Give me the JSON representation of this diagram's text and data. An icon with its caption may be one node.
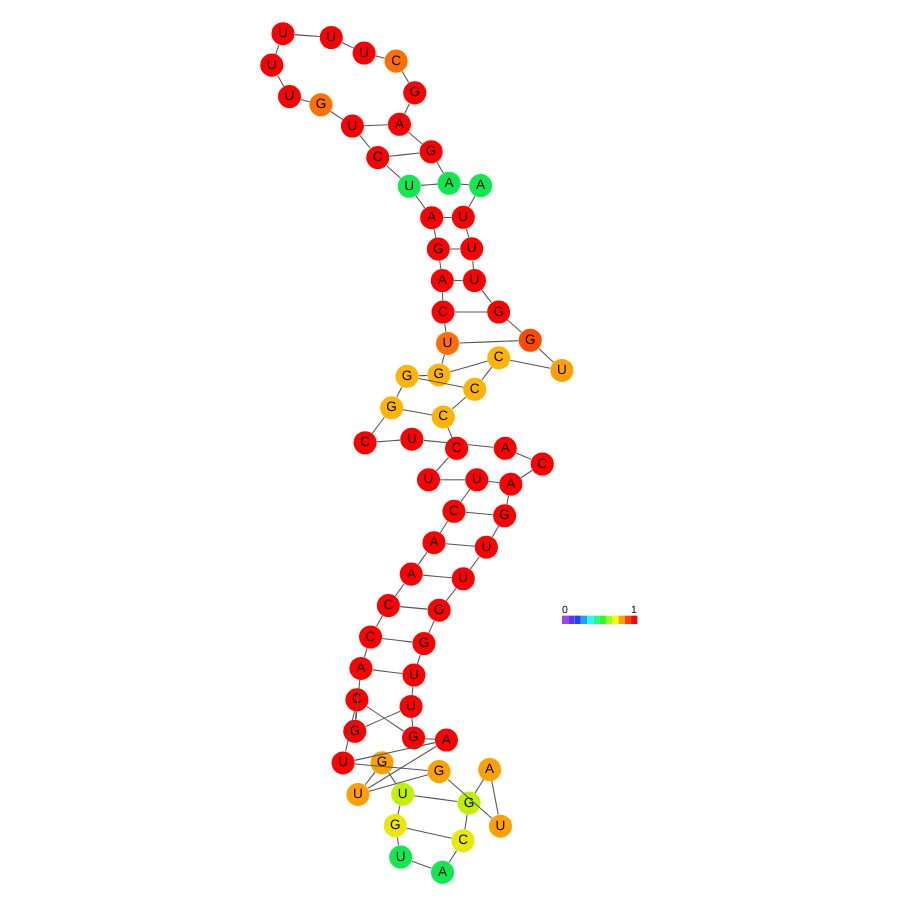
{
  "diagram": {
    "nodes": [
      {
        "text": [
          "U"
        ]
      },
      {
        "text": [
          "G"
        ]
      },
      {
        "text": [
          "U"
        ]
      },
      {
        "text": [
          "G"
        ]
      },
      {
        "text": [
          "U"
        ]
      },
      {
        "text": [
          "A"
        ]
      },
      {
        "text": [
          "G"
        ]
      },
      {
        "text": [
          "U"
        ]
      },
      {
        "text": [
          "U"
        ]
      },
      {
        "text": [
          "G"
        ]
      },
      {
        "text": [
          "G"
        ]
      },
      {
        "text": [
          "U"
        ]
      },
      {
        "text": [
          "U"
        ]
      },
      {
        "text": [
          "G"
        ]
      },
      {
        "text": [
          "A"
        ]
      },
      {
        "text": [
          "C"
        ]
      },
      {
        "text": [
          "A"
        ]
      },
      {
        "text": [
          "U"
        ]
      },
      {
        "text": [
          "C"
        ]
      },
      {
        "text": [
          "G"
        ]
      },
      {
        "text": [
          "G"
        ]
      },
      {
        "text": [
          "G"
        ]
      },
      {
        "text": [
          "U"
        ]
      },
      {
        "text": [
          "C"
        ]
      },
      {
        "text": [
          "A"
        ]
      },
      {
        "text": [
          "G"
        ]
      },
      {
        "text": [
          "A"
        ]
      },
      {
        "text": [
          "U"
        ]
      },
      {
        "text": [
          "C"
        ]
      },
      {
        "text": [
          "U"
        ]
      },
      {
        "text": [
          "G"
        ]
      },
      {
        "text": [
          "U"
        ]
      },
      {
        "text": [
          "U"
        ]
      },
      {
        "text": [
          "U"
        ]
      },
      {
        "text": [
          "U"
        ]
      },
      {
        "text": [
          "U"
        ]
      },
      {
        "text": [
          "C"
        ]
      },
      {
        "text": [
          "G"
        ]
      },
      {
        "text": [
          "A"
        ]
      },
      {
        "text": [
          "G"
        ]
      },
      {
        "text": [
          "A"
        ]
      },
      {
        "text": [
          "A"
        ]
      },
      {
        "text": [
          "U"
        ]
      },
      {
        "text": [
          "U"
        ]
      },
      {
        "text": [
          "U"
        ]
      },
      {
        "text": [
          "G"
        ]
      },
      {
        "text": [
          "G"
        ]
      },
      {
        "text": [
          "U"
        ]
      },
      {
        "text": [
          "C"
        ]
      },
      {
        "text": [
          "C"
        ]
      },
      {
        "text": [
          "C"
        ]
      },
      {
        "text": [
          "C"
        ]
      },
      {
        "text": [
          "U"
        ]
      },
      {
        "text": [
          "U"
        ]
      },
      {
        "text": [
          "C"
        ]
      },
      {
        "text": [
          "A"
        ]
      },
      {
        "text": [
          "A"
        ]
      },
      {
        "text": [
          "C"
        ]
      },
      {
        "text": [
          "C"
        ]
      },
      {
        "text": [
          "A"
        ]
      },
      {
        "text": [
          "G"
        ]
      },
      {
        "text": [
          "C"
        ]
      },
      {
        "text": [
          "U"
        ]
      },
      {
        "text": [
          "G"
        ]
      },
      {
        "text": [
          "U"
        ]
      },
      {
        "text": [
          "A"
        ]
      },
      {
        "text": [
          "G"
        ]
      },
      {
        "text": [
          "C"
        ]
      },
      {
        "text": [
          "A"
        ]
      }
    ],
    "edges": [
      {
        "from": 0,
        "to": 1,
        "arrow": "none"
      },
      {
        "from": 1,
        "to": 2,
        "arrow": "none"
      },
      {
        "from": 2,
        "to": 3,
        "arrow": "none"
      },
      {
        "from": 3,
        "to": 4,
        "arrow": "none"
      },
      {
        "from": 4,
        "to": 5,
        "arrow": "none"
      },
      {
        "from": 5,
        "to": 6,
        "arrow": "none"
      },
      {
        "from": 6,
        "to": 7,
        "arrow": "none"
      },
      {
        "from": 7,
        "to": 8,
        "arrow": "none"
      },
      {
        "from": 8,
        "to": 9,
        "arrow": "none"
      },
      {
        "from": 9,
        "to": 10,
        "arrow": "none"
      },
      {
        "from": 10,
        "to": 11,
        "arrow": "none"
      },
      {
        "from": 11,
        "to": 12,
        "arrow": "none"
      },
      {
        "from": 12,
        "to": 13,
        "arrow": "none"
      },
      {
        "from": 13,
        "to": 14,
        "arrow": "none"
      },
      {
        "from": 14,
        "to": 15,
        "arrow": "none"
      },
      {
        "from": 15,
        "to": 16,
        "arrow": "none"
      },
      {
        "from": 16,
        "to": 17,
        "arrow": "none"
      },
      {
        "from": 17,
        "to": 18,
        "arrow": "none"
      },
      {
        "from": 18,
        "to": 19,
        "arrow": "none"
      },
      {
        "from": 19,
        "to": 20,
        "arrow": "none"
      },
      {
        "from": 20,
        "to": 21,
        "arrow": "none"
      },
      {
        "from": 21,
        "to": 22,
        "arrow": "none"
      },
      {
        "from": 22,
        "to": 23,
        "arrow": "none"
      },
      {
        "from": 23,
        "to": 24,
        "arrow": "none"
      },
      {
        "from": 24,
        "to": 25,
        "arrow": "none"
      },
      {
        "from": 25,
        "to": 26,
        "arrow": "none"
      },
      {
        "from": 26,
        "to": 27,
        "arrow": "none"
      },
      {
        "from": 27,
        "to": 28,
        "arrow": "none"
      },
      {
        "from": 28,
        "to": 29,
        "arrow": "none"
      },
      {
        "from": 29,
        "to": 30,
        "arrow": "none"
      },
      {
        "from": 30,
        "to": 31,
        "arrow": "none"
      },
      {
        "from": 31,
        "to": 32,
        "arrow": "none"
      },
      {
        "from": 32,
        "to": 33,
        "arrow": "none"
      },
      {
        "from": 33,
        "to": 34,
        "arrow": "none"
      },
      {
        "from": 34,
        "to": 35,
        "arrow": "none"
      },
      {
        "from": 35,
        "to": 36,
        "arrow": "none"
      },
      {
        "from": 36,
        "to": 37,
        "arrow": "none"
      },
      {
        "from": 37,
        "to": 38,
        "arrow": "none"
      },
      {
        "from": 38,
        "to": 39,
        "arrow": "none"
      },
      {
        "from": 39,
        "to": 40,
        "arrow": "none"
      },
      {
        "from": 40,
        "to": 41,
        "arrow": "none"
      },
      {
        "from": 41,
        "to": 42,
        "arrow": "none"
      },
      {
        "from": 42,
        "to": 43,
        "arrow": "none"
      },
      {
        "from": 43,
        "to": 44,
        "arrow": "none"
      },
      {
        "from": 44,
        "to": 45,
        "arrow": "none"
      },
      {
        "from": 45,
        "to": 46,
        "arrow": "none"
      },
      {
        "from": 46,
        "to": 47,
        "arrow": "none"
      },
      {
        "from": 47,
        "to": 48,
        "arrow": "none"
      },
      {
        "from": 48,
        "to": 49,
        "arrow": "none"
      },
      {
        "from": 49,
        "to": 50,
        "arrow": "none"
      },
      {
        "from": 50,
        "to": 51,
        "arrow": "none"
      },
      {
        "from": 51,
        "to": 52,
        "arrow": "none"
      },
      {
        "from": 52,
        "to": 53,
        "arrow": "none"
      },
      {
        "from": 53,
        "to": 54,
        "arrow": "none"
      },
      {
        "from": 54,
        "to": 55,
        "arrow": "none"
      },
      {
        "from": 55,
        "to": 56,
        "arrow": "none"
      },
      {
        "from": 56,
        "to": 57,
        "arrow": "none"
      },
      {
        "from": 57,
        "to": 58,
        "arrow": "none"
      },
      {
        "from": 58,
        "to": 59,
        "arrow": "none"
      },
      {
        "from": 59,
        "to": 60,
        "arrow": "none"
      },
      {
        "from": 60,
        "to": 61,
        "arrow": "none"
      },
      {
        "from": 61,
        "to": 62,
        "arrow": "none"
      },
      {
        "from": 62,
        "to": 63,
        "arrow": "none"
      },
      {
        "from": 63,
        "to": 64,
        "arrow": "none"
      },
      {
        "from": 64,
        "to": 65,
        "arrow": "none"
      },
      {
        "from": 65,
        "to": 66,
        "arrow": "none"
      },
      {
        "from": 66,
        "to": 67,
        "arrow": "none"
      },
      {
        "from": 67,
        "to": 68,
        "arrow": "none"
      },
      {
        "from": 0,
        "to": 68,
        "arrow": "none"
      },
      {
        "from": 1,
        "to": 67,
        "arrow": "none"
      },
      {
        "from": 2,
        "to": 66,
        "arrow": "none"
      },
      {
        "from": 4,
        "to": 63,
        "arrow": "none"
      },
      {
        "from": 5,
        "to": 62,
        "arrow": "none"
      },
      {
        "from": 6,
        "to": 61,
        "arrow": "none"
      },
      {
        "from": 7,
        "to": 60,
        "arrow": "none"
      },
      {
        "from": 8,
        "to": 59,
        "arrow": "none"
      },
      {
        "from": 9,
        "to": 58,
        "arrow": "none"
      },
      {
        "from": 10,
        "to": 57,
        "arrow": "none"
      },
      {
        "from": 11,
        "to": 56,
        "arrow": "none"
      },
      {
        "from": 12,
        "to": 55,
        "arrow": "none"
      },
      {
        "from": 13,
        "to": 54,
        "arrow": "none"
      },
      {
        "from": 14,
        "to": 53,
        "arrow": "none"
      },
      {
        "from": 19,
        "to": 50,
        "arrow": "none"
      },
      {
        "from": 20,
        "to": 49,
        "arrow": "none"
      },
      {
        "from": 21,
        "to": 48,
        "arrow": "none"
      },
      {
        "from": 22,
        "to": 46,
        "arrow": "none"
      },
      {
        "from": 23,
        "to": 45,
        "arrow": "none"
      },
      {
        "from": 24,
        "to": 44,
        "arrow": "none"
      },
      {
        "from": 25,
        "to": 43,
        "arrow": "none"
      },
      {
        "from": 26,
        "to": 42,
        "arrow": "none"
      },
      {
        "from": 27,
        "to": 40,
        "arrow": "none"
      },
      {
        "from": 28,
        "to": 39,
        "arrow": "none"
      },
      {
        "from": 29,
        "to": 38,
        "arrow": "none"
      }
    ],
    "labels": [
      "0",
      "1"
    ]
  }
}
